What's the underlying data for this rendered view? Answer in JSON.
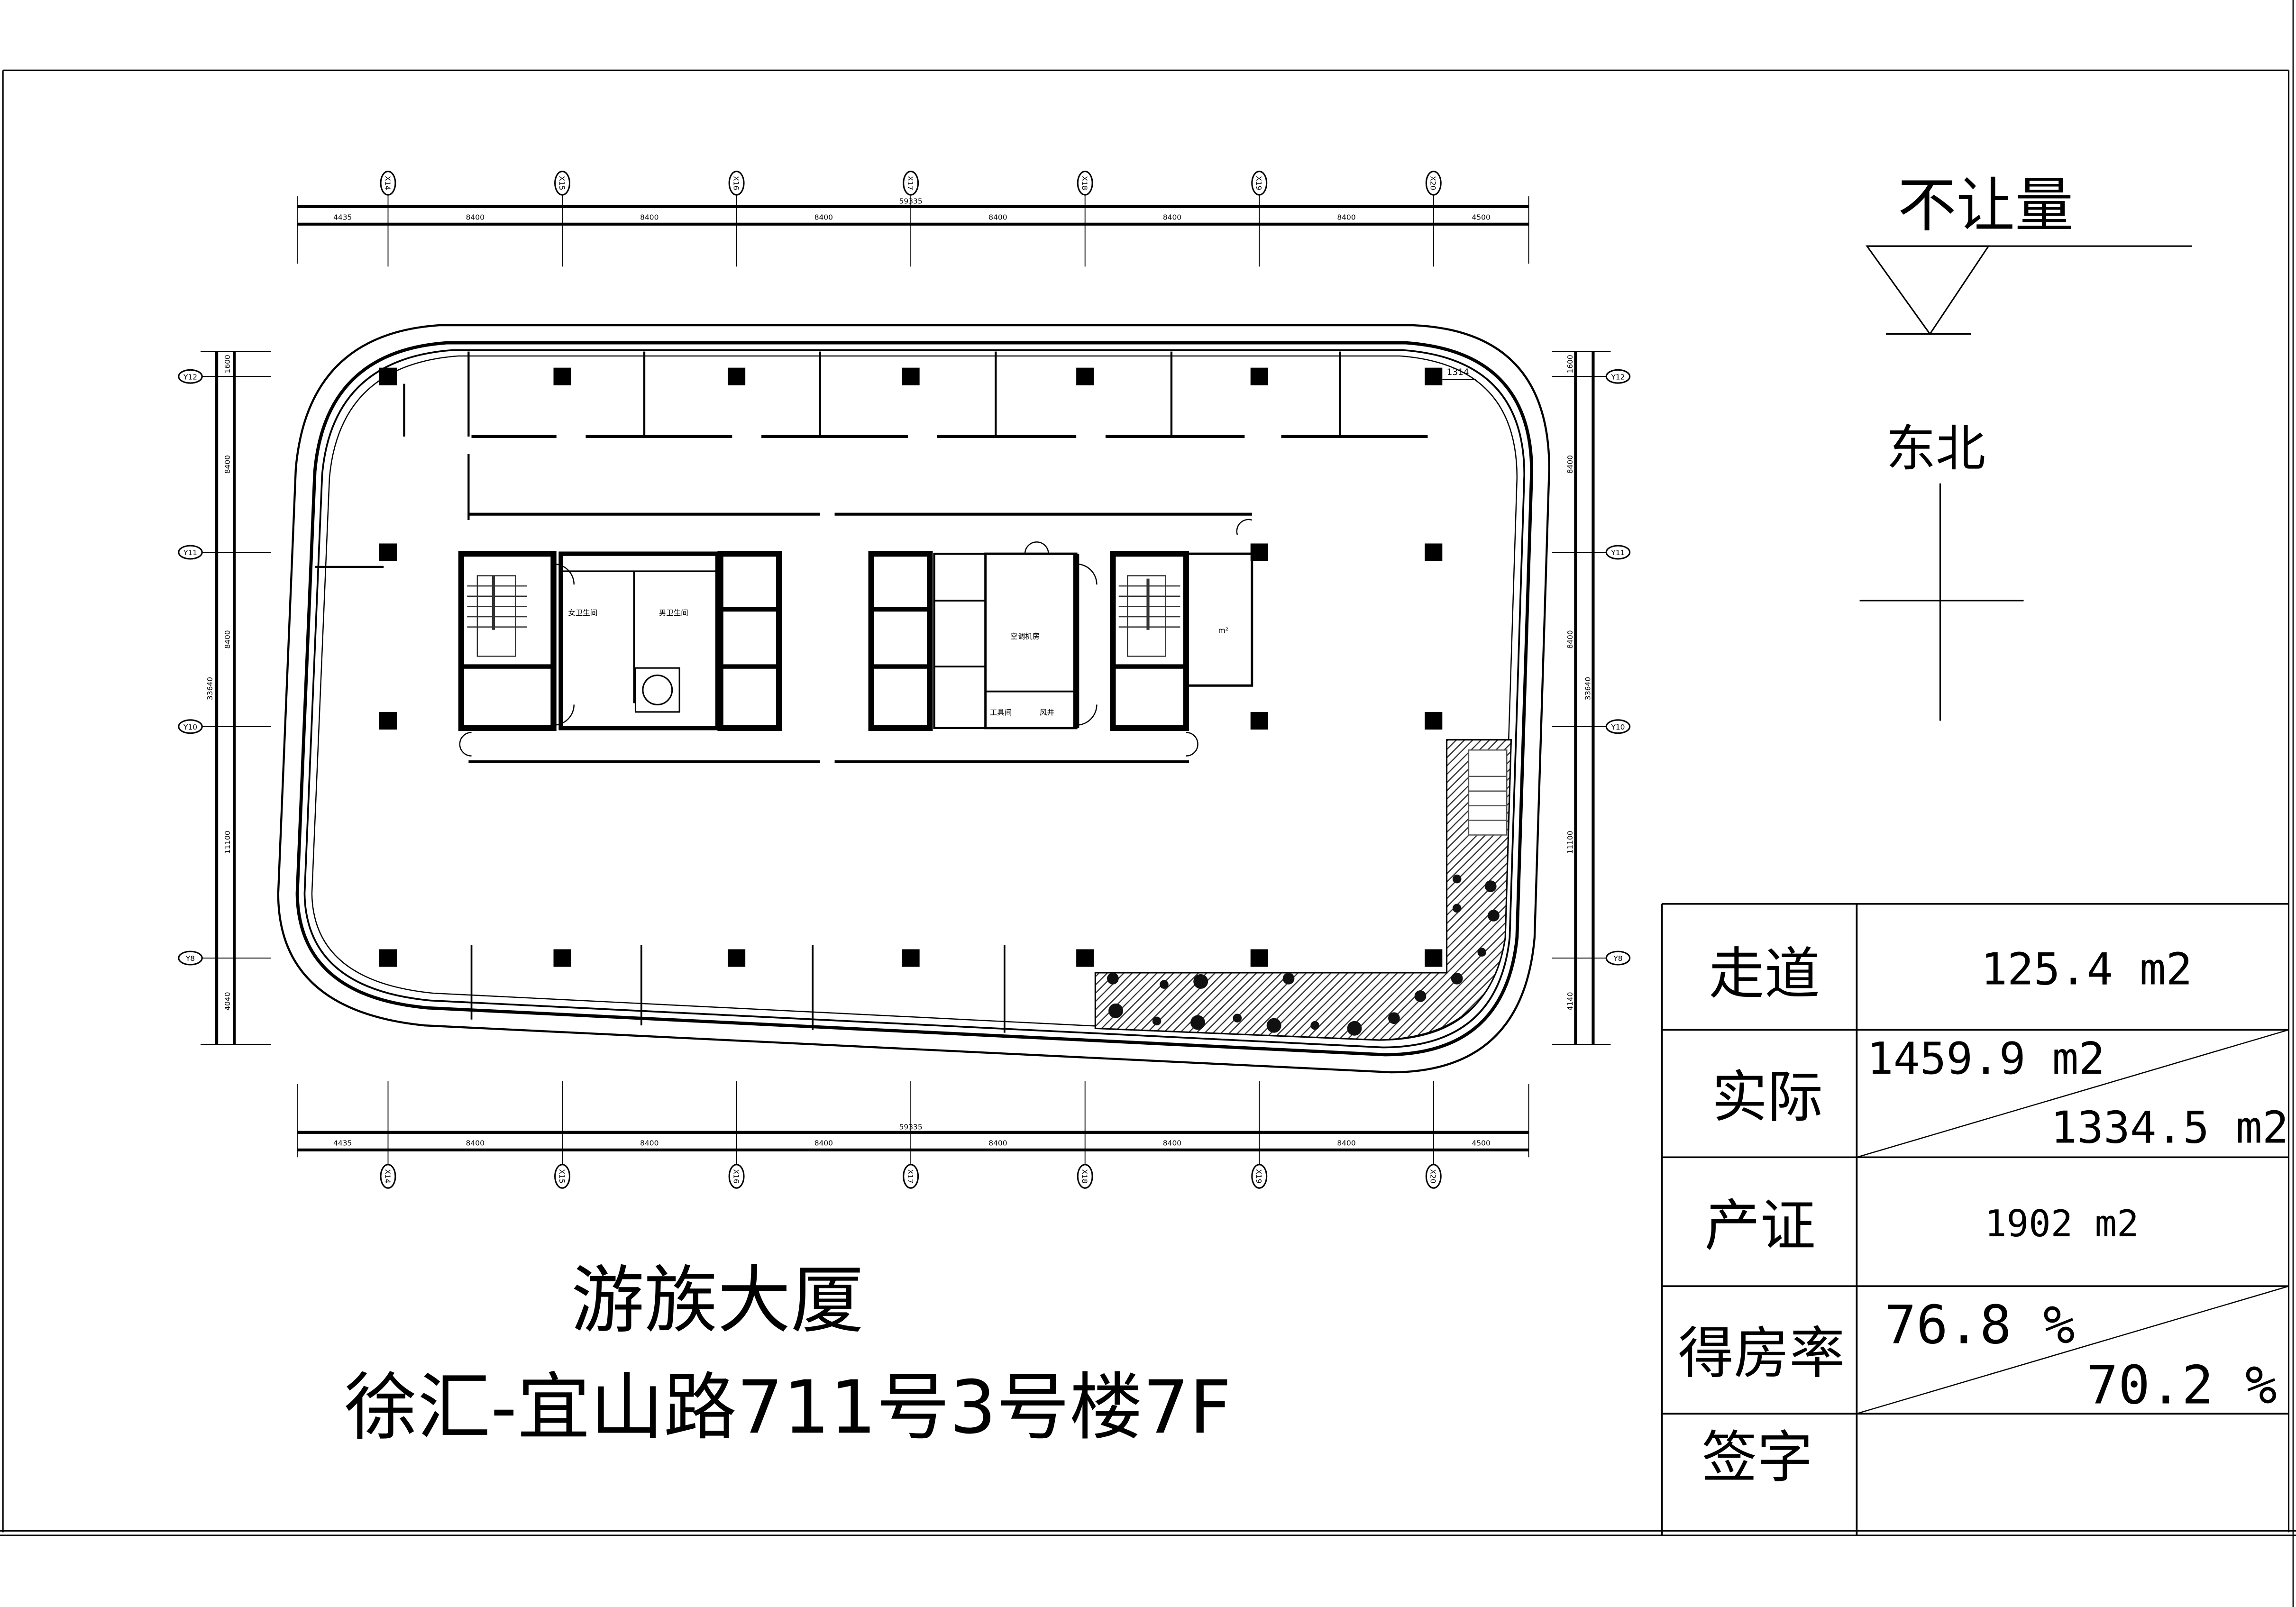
{
  "title": {
    "line1": "游族大厦",
    "line2": "徐汇-宜山路711号3号楼7F"
  },
  "legend": {
    "not_counted": "不让量",
    "orientation": "东北"
  },
  "grid": {
    "x": [
      "X14",
      "X15",
      "X16",
      "X17",
      "X18",
      "X19",
      "X20"
    ],
    "y": [
      "Y12",
      "Y11",
      "Y10",
      "Y8"
    ]
  },
  "dimensions": {
    "horizontal_total": "59335",
    "horizontal_segments": [
      "4435",
      "8400",
      "8400",
      "8400",
      "8400",
      "8400",
      "8400",
      "4500"
    ],
    "vertical_total": "33640",
    "left_segments": [
      "1600",
      "8400",
      "8400",
      "11100",
      "4040"
    ],
    "right_segments": [
      "1600",
      "8400",
      "8400",
      "11100",
      "4140"
    ],
    "corner_offset": "1314"
  },
  "rooms": {
    "womens_wc": "女卫生间",
    "mens_wc": "男卫生间",
    "tool_room": "工具间",
    "air_shaft": "风井",
    "ac_room": "空调机房",
    "area_unit": "m²"
  },
  "table": {
    "corridor": {
      "label": "走道",
      "value": "125.4 m2"
    },
    "actual": {
      "label": "实际",
      "value_top": "1459.9 m2",
      "value_bottom": "1334.5 m2"
    },
    "certificate": {
      "label": "产证",
      "value": "1902 m2"
    },
    "efficiency": {
      "label": "得房率",
      "value_top": "76.8 %",
      "value_bottom": "70.2 %"
    },
    "signature": {
      "label": "签字",
      "value": ""
    }
  }
}
